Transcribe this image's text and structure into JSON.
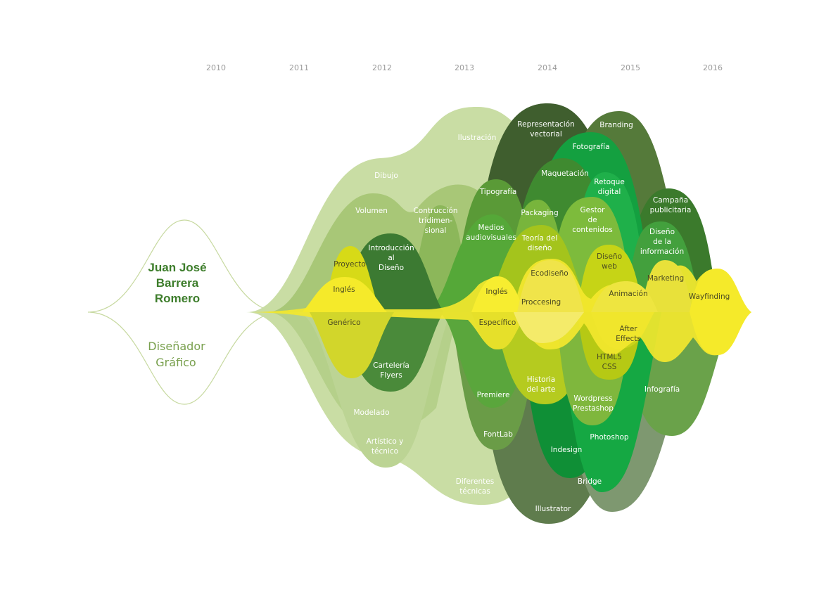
{
  "years": [
    "2010",
    "2011",
    "2012",
    "2013",
    "2014",
    "2015",
    "2016"
  ],
  "person": {
    "name_lines": [
      "Juan José",
      "Barrera",
      "Romero"
    ],
    "role_lines": [
      "Diseñador",
      "Gráfico"
    ]
  },
  "labels": {
    "ilustracion": [
      "Ilustración"
    ],
    "dibujo": [
      "Dibujo"
    ],
    "volumen": [
      "Volumen"
    ],
    "contruccion": [
      "Contrucción",
      "tridimen-",
      "sional"
    ],
    "proyecto": [
      "Proyecto"
    ],
    "introduccion": [
      "Introducción",
      "al",
      "Diseño"
    ],
    "ingles1": [
      "Inglés"
    ],
    "representacion": [
      "Representación",
      "vectorial"
    ],
    "branding": [
      "Branding"
    ],
    "fotografia": [
      "Fotografía"
    ],
    "maquetacion": [
      "Maquetación"
    ],
    "retoque": [
      "Retoque",
      "digital"
    ],
    "tipografia": [
      "Tipografía"
    ],
    "packaging": [
      "Packaging"
    ],
    "gestor": [
      "Gestor",
      "de",
      "contenidos"
    ],
    "campana": [
      "Campaña",
      "publicitaria"
    ],
    "medios": [
      "Medios",
      "audiovisuales"
    ],
    "teoria": [
      "Teoría del",
      "diseño"
    ],
    "diseno_info": [
      "Diseño",
      "de la",
      "información"
    ],
    "diseno_web": [
      "Diseño",
      "web"
    ],
    "ecodiseno": [
      "Ecodiseño"
    ],
    "marketing": [
      "Marketing"
    ],
    "ingles2": [
      "Inglés"
    ],
    "proccesing": [
      "Proccesing"
    ],
    "animacion": [
      "Animación"
    ],
    "wayfinding": [
      "Wayfinding"
    ],
    "generico": [
      "Genérico"
    ],
    "especifico": [
      "Específico"
    ],
    "after_effects": [
      "After",
      "Effects"
    ],
    "carteleria": [
      "Cartelería",
      "Flyers"
    ],
    "html5": [
      "HTML5",
      "CSS"
    ],
    "historia": [
      "Historia",
      "del arte"
    ],
    "premiere": [
      "Premiere"
    ],
    "infografia": [
      "Infografía"
    ],
    "wordpress": [
      "Wordpress",
      "Prestashop"
    ],
    "modelado": [
      "Modelado"
    ],
    "fontlab": [
      "FontLab"
    ],
    "photoshop": [
      "Photoshop"
    ],
    "artistico": [
      "Artístico y",
      "técnico"
    ],
    "indesign": [
      "Indesign"
    ],
    "bridge": [
      "Bridge"
    ],
    "diferentes": [
      "Diferentes",
      "técnicas"
    ],
    "illustrator": [
      "Illustrator"
    ]
  },
  "colors": {
    "pale": "#c8dca0",
    "light": "#9fc26a",
    "mid": "#6fa33d",
    "dark": "#2f6a22",
    "darker": "#3c5a2c",
    "bright": "#119a38",
    "lime": "#b9cc10",
    "yellow": "#f5e92a",
    "grey": "#5e7a4c",
    "accent": "#3d7d2b"
  }
}
